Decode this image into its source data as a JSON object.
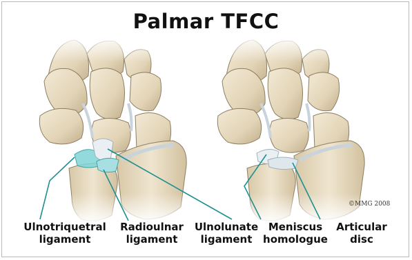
{
  "title": "Palmar TFCC",
  "copyright": "©MMG 2008",
  "labels": {
    "ulnotriquetral": [
      "Ulnotriquetral",
      "ligament"
    ],
    "radioulnar": [
      "Radioulnar",
      "ligament"
    ],
    "ulnolunate": [
      "Ulnolunate",
      "ligament"
    ],
    "meniscus": [
      "Meniscus",
      "homologue"
    ],
    "articular": [
      "Articular",
      "disc"
    ]
  },
  "colors": {
    "bone": "#e6dac0",
    "bone_shadow": "#b8a887",
    "cartilage": "#c9d3dc",
    "ligament": "#7fd4d6",
    "leader_line": "#1f8f8f"
  }
}
